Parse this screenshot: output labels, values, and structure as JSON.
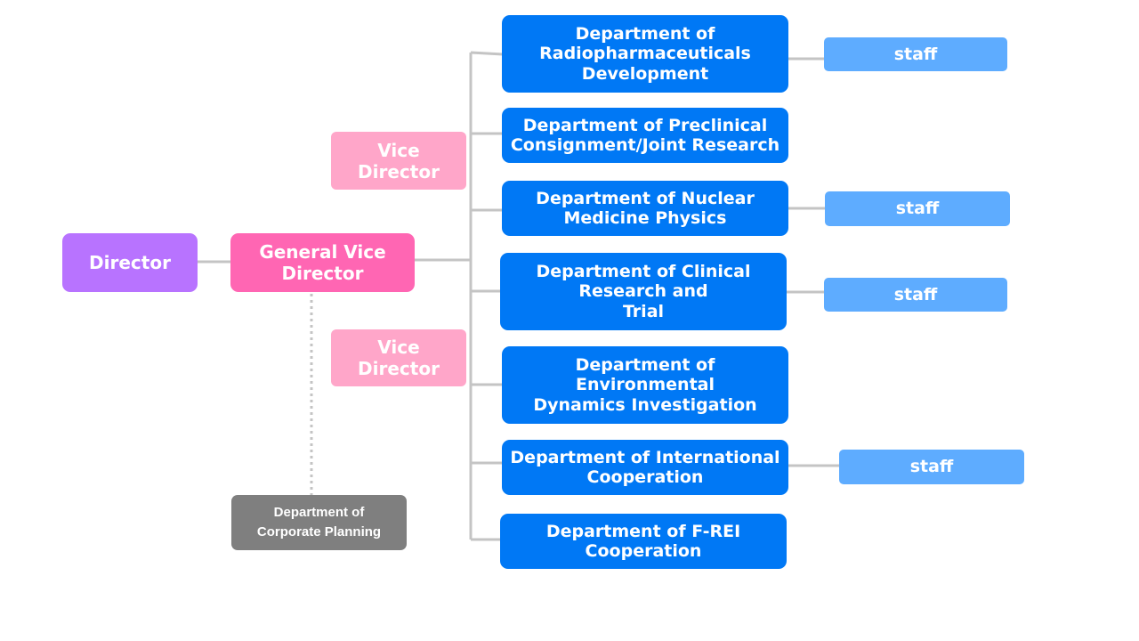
{
  "director": "Director",
  "general_vice_director": "General Vice\nDirector",
  "vice_directors": [
    "Vice\nDirector",
    "Vice\nDirector"
  ],
  "corporate_planning": "Department of\nCorporate Planning",
  "departments": [
    "Department of\nRadiopharmaceuticals\nDevelopment",
    "Department of Preclinical\nConsignment/Joint Research",
    "Department of Nuclear\nMedicine Physics",
    "Department of Clinical\nResearch and\nTrial",
    "Department of\nEnvironmental\nDynamics Investigation",
    "Department of International\nCooperation",
    "Department of F-REI\nCooperation"
  ],
  "staff": [
    "staff",
    "staff",
    "staff",
    "staff"
  ],
  "colors": {
    "director": "#b873ff",
    "general_vice_director": "#ff66b3",
    "vice_director": "#ffa6c9",
    "department": "#0078f5",
    "staff": "#5eacff",
    "corporate_planning": "#7f7f7f",
    "connector": "#c4c4c4"
  }
}
